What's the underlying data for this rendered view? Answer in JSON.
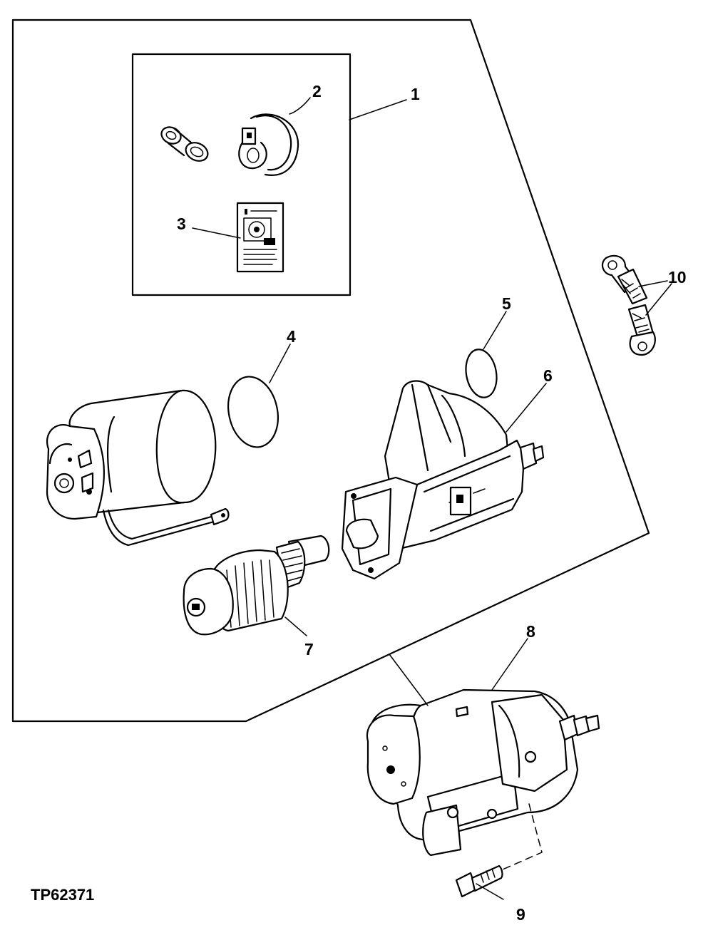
{
  "figure_id": "TP62371",
  "callouts": [
    {
      "id": "1",
      "label": "1"
    },
    {
      "id": "2",
      "label": "2"
    },
    {
      "id": "3",
      "label": "3"
    },
    {
      "id": "4",
      "label": "4"
    },
    {
      "id": "5",
      "label": "5"
    },
    {
      "id": "6",
      "label": "6"
    },
    {
      "id": "7",
      "label": "7"
    },
    {
      "id": "8",
      "label": "8"
    },
    {
      "id": "9",
      "label": "9"
    },
    {
      "id": "10",
      "label": "10"
    }
  ]
}
